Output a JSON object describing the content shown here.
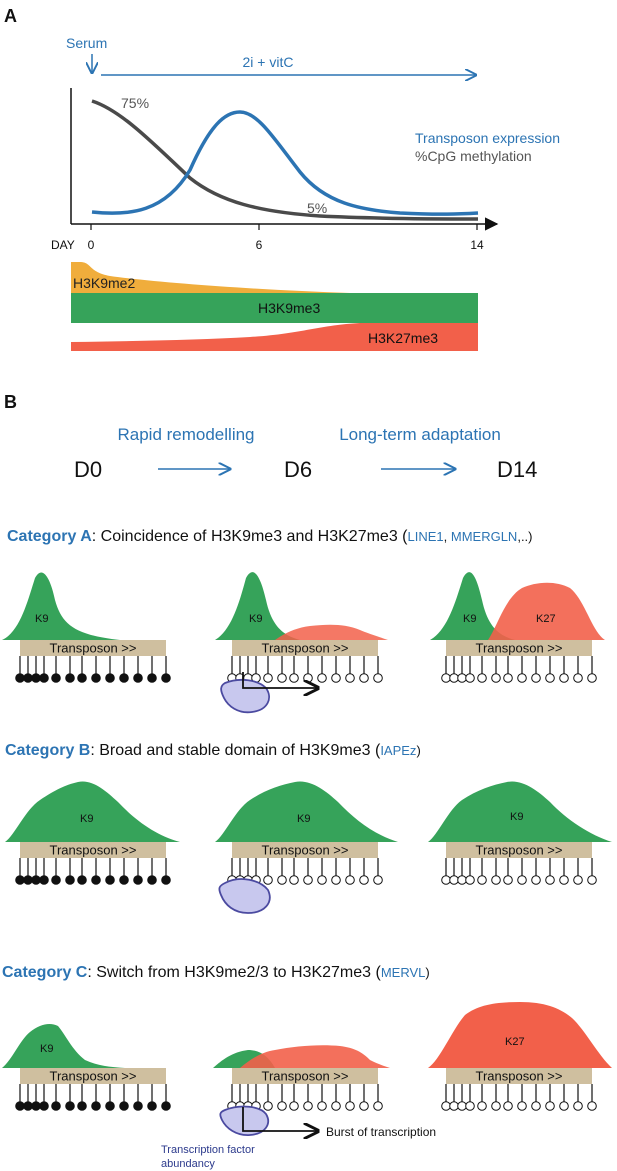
{
  "panel_a": {
    "label": "A",
    "serum_label": "Serum",
    "treatment_label": "2i + vitC",
    "day_axis_label": "DAY",
    "day_ticks": [
      "0",
      "6",
      "14"
    ],
    "percent_start": "75%",
    "percent_end": "5%",
    "legend_transposon": "Transposon expression",
    "legend_methylation": "%CpG methylation",
    "band_h3k9me2": "H3K9me2",
    "band_h3k9me3": "H3K9me3",
    "band_h3k27me3": "H3K27me3",
    "colors": {
      "blue": "#2c74b3",
      "gray": "#4a4a4a",
      "orange": "#f0ad3c",
      "green": "#36a35a",
      "red": "#f2604a",
      "tan": "#cfbf9f",
      "purple": "#4b4aa0",
      "purple_fill": "#c8c8ee"
    }
  },
  "panel_b": {
    "label": "B",
    "phase_1": "Rapid remodelling",
    "phase_2": "Long-term adaptation",
    "day_0": "D0",
    "day_6": "D6",
    "day_14": "D14",
    "transposon_label": "Transposon >>",
    "category_a": {
      "title": "Category A",
      "description": ": Coincidence of H3K9me3 and H3K27me3 (",
      "examples_1": "LINE1",
      "separator": ", ",
      "examples_2": "MMERGLN",
      "suffix": ",..)"
    },
    "category_b": {
      "title": "Category B",
      "description": ": Broad and stable domain of H3K9me3 (",
      "examples_1": "IAPEz",
      "suffix": ")"
    },
    "category_c": {
      "title": "Category C",
      "description": ": Switch from H3K9me2/3 to H3K27me3 (",
      "examples_1": "MERVL",
      "suffix": ")"
    },
    "peak_k9": "K9",
    "peak_k27": "K27",
    "burst_label": "Burst of transcription",
    "tf_label_line1": "Transcription factor",
    "tf_label_line2": "abundancy"
  }
}
